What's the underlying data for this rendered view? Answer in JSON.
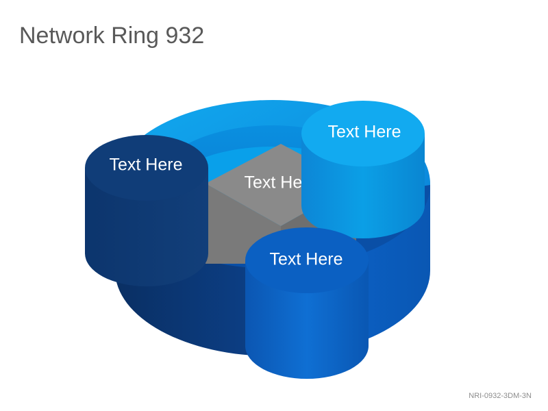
{
  "slide": {
    "title": "Network Ring 932",
    "code": "NRI-0932-3DM-3N"
  },
  "diagram": {
    "center_label": "Text Here",
    "nodes": [
      {
        "id": "left",
        "label": "Text Here",
        "color": "#123f7a"
      },
      {
        "id": "top-right",
        "label": "Text Here",
        "color": "#12a6ec"
      },
      {
        "id": "bottom",
        "label": "Text Here",
        "color": "#0a5fc0"
      }
    ],
    "ring_color": "#0b5ab8",
    "ring_top_color": "#0ea2e8",
    "cube_color": "#7f7f7f"
  }
}
